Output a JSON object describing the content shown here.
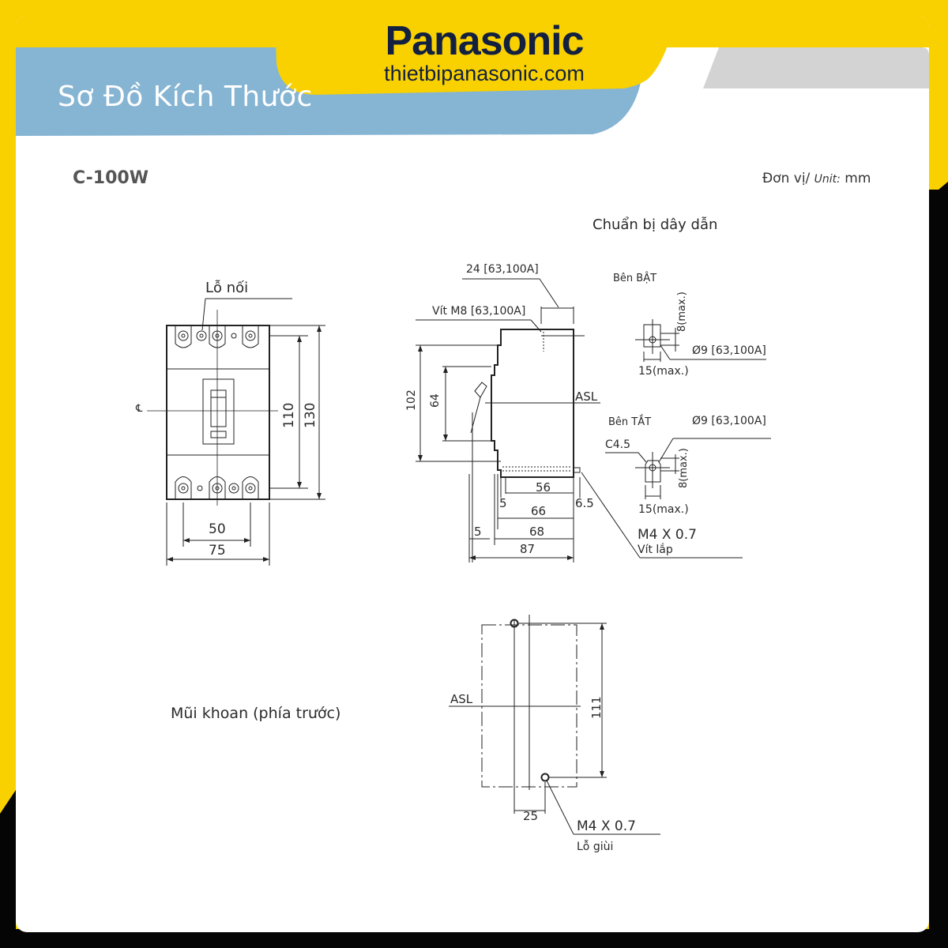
{
  "header": {
    "brand": "Panasonic",
    "website": "thietbipanasonic.com",
    "title": "Sơ Đồ Kích Thước"
  },
  "colors": {
    "frame_yellow": "#f9d100",
    "frame_black": "#050505",
    "header_blue": "#86b4d3",
    "header_gray": "#d3d3d3",
    "brand_navy": "#13203f",
    "line": "#222222"
  },
  "model": "C-100W",
  "unit": {
    "prefix": "Đơn vị/",
    "italic": "Unit:",
    "value": "mm"
  },
  "front_view": {
    "label_connection_hole": "Lỗ nối",
    "centerline_symbol": "℄",
    "dim_110": "110",
    "dim_130": "130",
    "dim_50": "50",
    "dim_75": "75"
  },
  "side_view": {
    "label_24": "24 [63,100A]",
    "label_screw_m8": "Vít  M8 [63,100A]",
    "asl": "ASL",
    "dim_102": "102",
    "dim_64": "64",
    "dim_56": "56",
    "dim_5a": "5",
    "dim_6_5": "6.5",
    "dim_66": "66",
    "dim_5b": "5",
    "dim_68": "68",
    "dim_87": "87",
    "screw_spec": "M4 X 0.7",
    "screw_label": "Vít lắp"
  },
  "wire_prep": {
    "title": "Chuẩn bị dây dẫn",
    "on_side": {
      "label": "Bên BẬT",
      "height": "8(max.)",
      "hole": "Ø9 [63,100A]",
      "width": "15(max.)"
    },
    "off_side": {
      "label": "Bên TẮT",
      "chamfer": "C4.5",
      "hole": "Ø9 [63,100A]",
      "height": "8(max.)",
      "width": "15(max.)"
    }
  },
  "drill_view": {
    "title": "Mũi khoan (phía trước)",
    "asl": "ASL",
    "dim_111": "111",
    "dim_25": "25",
    "hole_spec": "M4 X 0.7",
    "hole_label": "Lỗ giùi"
  }
}
